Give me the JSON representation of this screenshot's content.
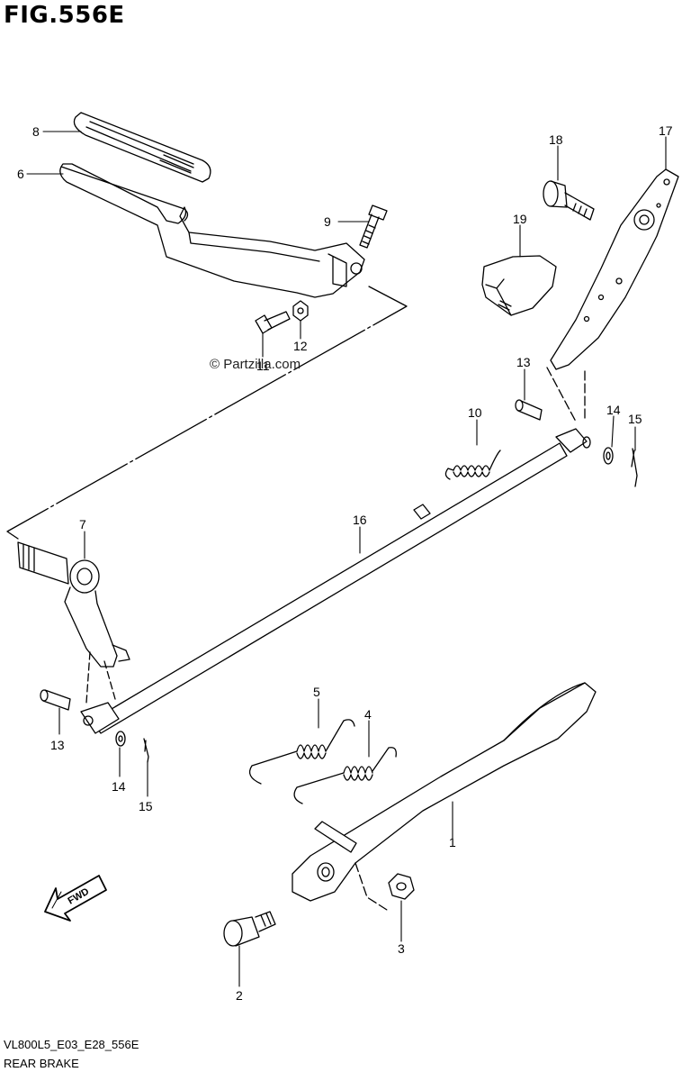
{
  "figure": {
    "title": "FIG.556E"
  },
  "watermark": "© Partzilla.com",
  "fwd_label": "FWD",
  "callouts": [
    {
      "id": "c8",
      "text": "8"
    },
    {
      "id": "c6",
      "text": "6"
    },
    {
      "id": "c9",
      "text": "9"
    },
    {
      "id": "c11",
      "text": "11"
    },
    {
      "id": "c12",
      "text": "12"
    },
    {
      "id": "c18",
      "text": "18"
    },
    {
      "id": "c17",
      "text": "17"
    },
    {
      "id": "c19",
      "text": "19"
    },
    {
      "id": "c13a",
      "text": "13"
    },
    {
      "id": "c10",
      "text": "10"
    },
    {
      "id": "c14a",
      "text": "14"
    },
    {
      "id": "c15a",
      "text": "15"
    },
    {
      "id": "c16",
      "text": "16"
    },
    {
      "id": "c7",
      "text": "7"
    },
    {
      "id": "c5",
      "text": "5"
    },
    {
      "id": "c4",
      "text": "4"
    },
    {
      "id": "c13b",
      "text": "13"
    },
    {
      "id": "c14b",
      "text": "14"
    },
    {
      "id": "c15b",
      "text": "15"
    },
    {
      "id": "c1",
      "text": "1"
    },
    {
      "id": "c3",
      "text": "3"
    },
    {
      "id": "c2",
      "text": "2"
    }
  ],
  "footer": {
    "code": "VL800L5_E03_E28_556E",
    "caption": "REAR BRAKE"
  }
}
